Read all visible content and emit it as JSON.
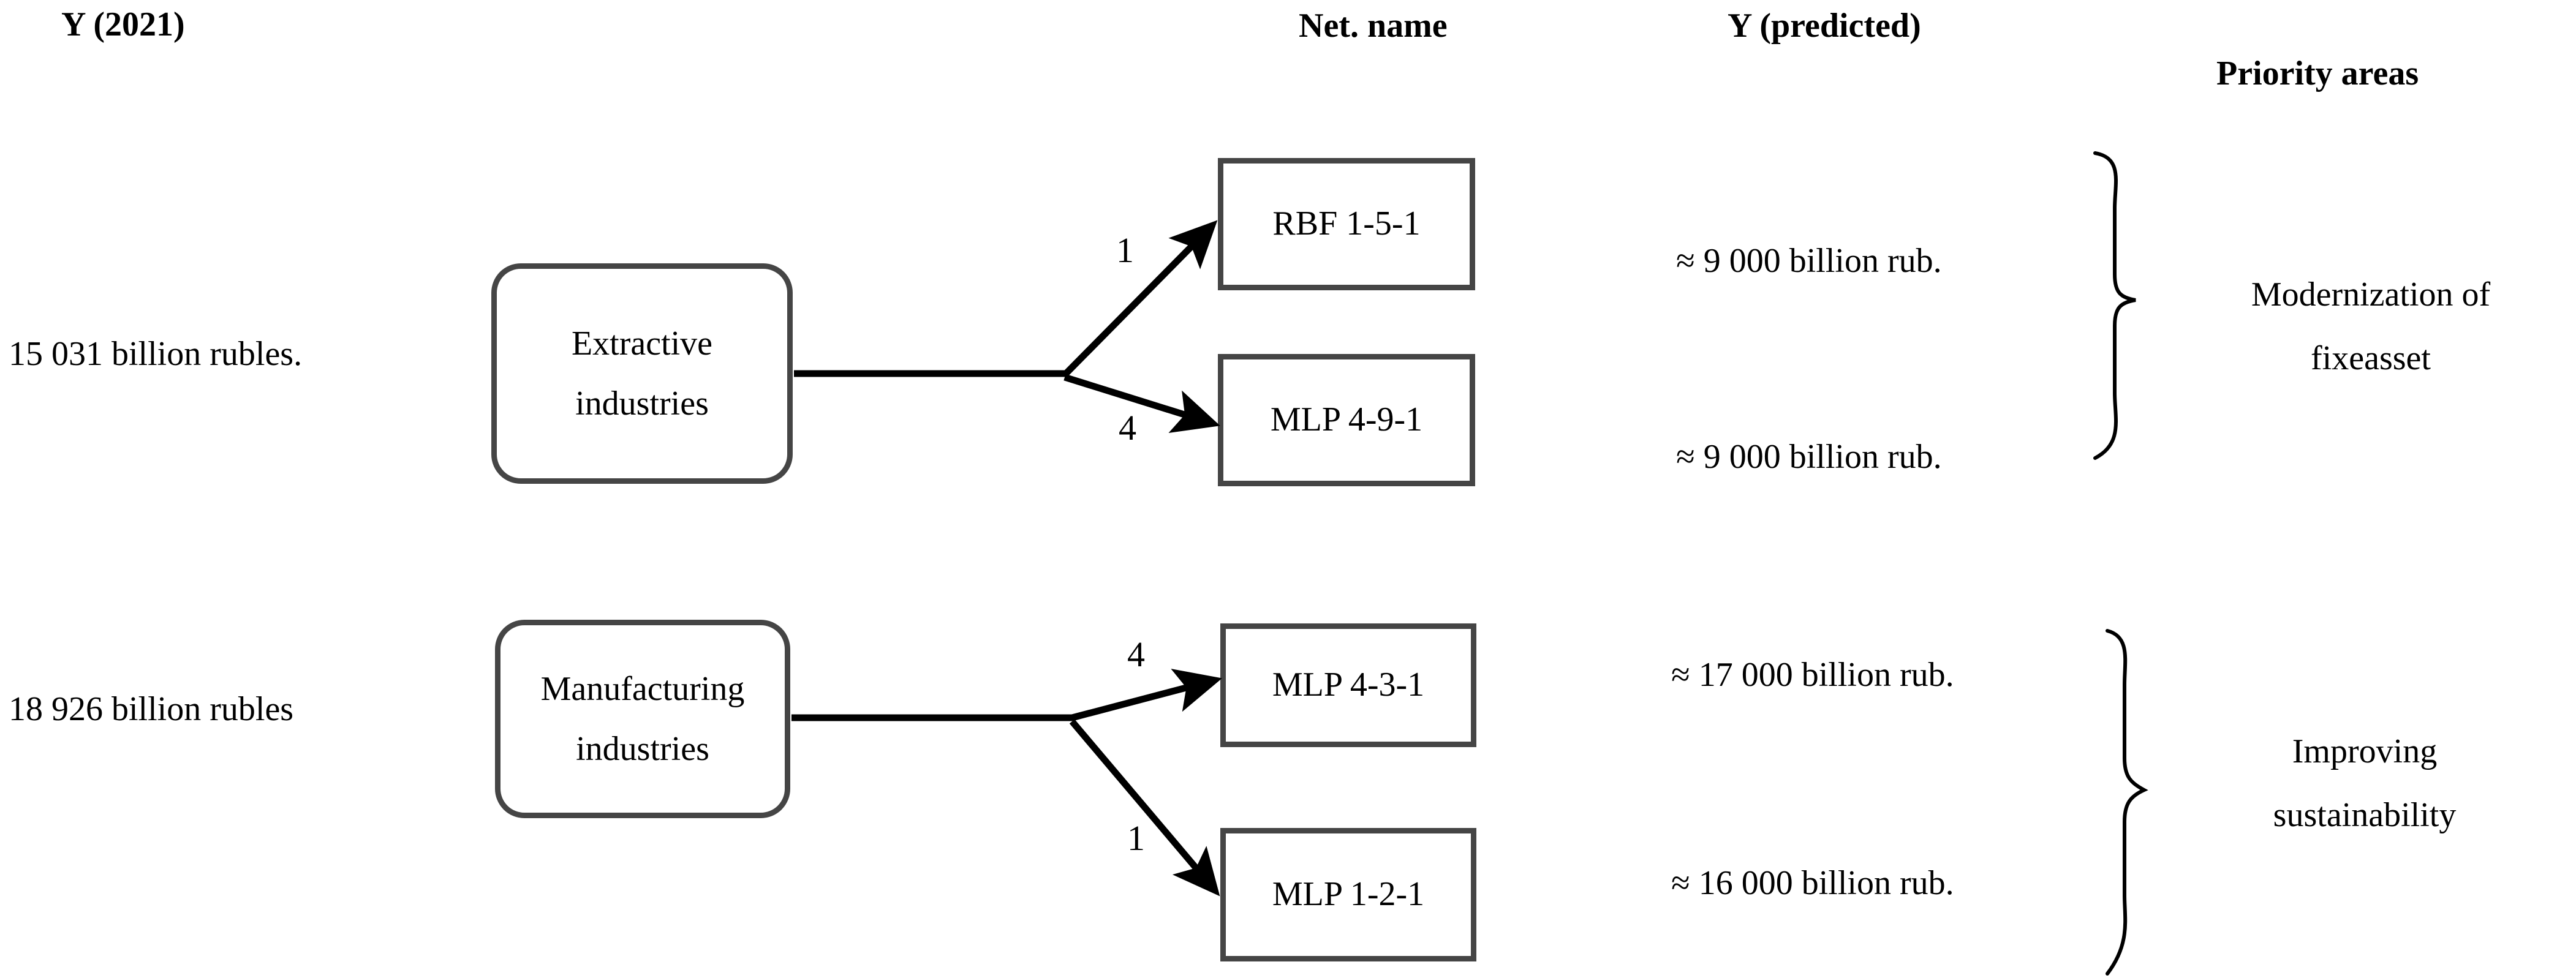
{
  "headers": {
    "y_actual": "Y (2021)",
    "net_name": "Net. name",
    "y_predicted": "Y (predicted)",
    "priority_areas": "Priority areas"
  },
  "groups": [
    {
      "source_label": "Extractive industries",
      "source_label_line1": "Extractive industries",
      "source_label_line2": "",
      "actual_value": "15 031 billion rubles.",
      "priority_line1": "Modernization of",
      "priority_line2": "fixeasset",
      "branches": [
        {
          "weight": "1",
          "net_name": "RBF 1-5-1",
          "predicted": "≈ 9 000 billion rub."
        },
        {
          "weight": "4",
          "net_name": "MLP 4-9-1",
          "predicted": "≈ 9 000 billion rub."
        }
      ]
    },
    {
      "source_label": "Manufacturing industries",
      "source_label_line1": "Manufacturing",
      "source_label_line2": "industries",
      "actual_value": "18 926 billion rubles",
      "priority_line1": "Improving",
      "priority_line2": "sustainability",
      "branches": [
        {
          "weight": "4",
          "net_name": "MLP 4-3-1",
          "predicted": "≈ 17 000 billion rub."
        },
        {
          "weight": "1",
          "net_name": "MLP 1-2-1",
          "predicted": "≈ 16 000 billion rub."
        }
      ]
    }
  ],
  "colors": {
    "box_border": "#454545",
    "text": "#000000",
    "background": "#ffffff",
    "arrow": "#000000",
    "brace": "#000000"
  }
}
